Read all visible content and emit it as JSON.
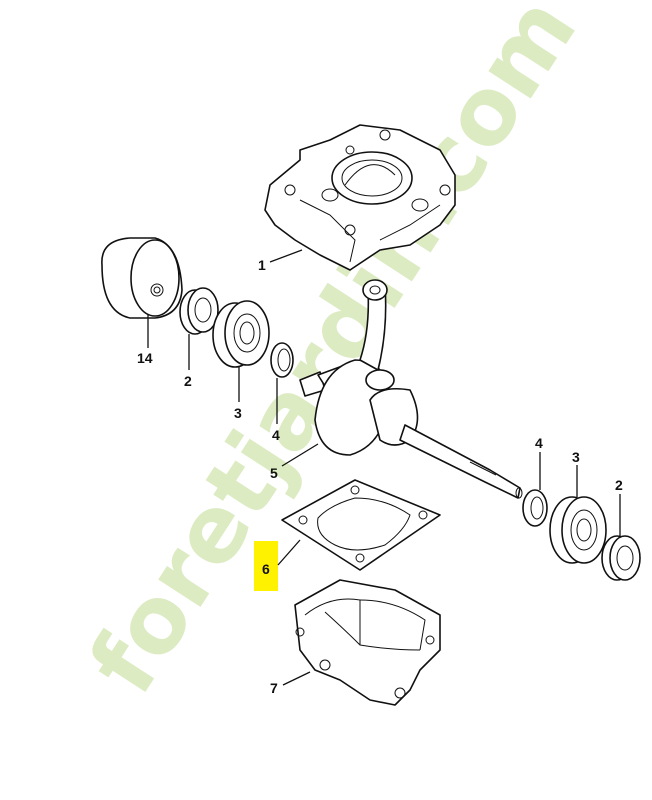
{
  "watermark": {
    "text": "foretjardin.com",
    "color": "#d6e8b8",
    "accent_color": "#f6dca0"
  },
  "highlight_color": "#fff200",
  "callouts": [
    {
      "id": "1",
      "label": "1"
    },
    {
      "id": "14",
      "label": "14"
    },
    {
      "id": "2a",
      "label": "2"
    },
    {
      "id": "3a",
      "label": "3"
    },
    {
      "id": "4a",
      "label": "4"
    },
    {
      "id": "5",
      "label": "5"
    },
    {
      "id": "6",
      "label": "6"
    },
    {
      "id": "4b",
      "label": "4"
    },
    {
      "id": "3b",
      "label": "3"
    },
    {
      "id": "2b",
      "label": "2"
    },
    {
      "id": "7",
      "label": "7"
    }
  ]
}
